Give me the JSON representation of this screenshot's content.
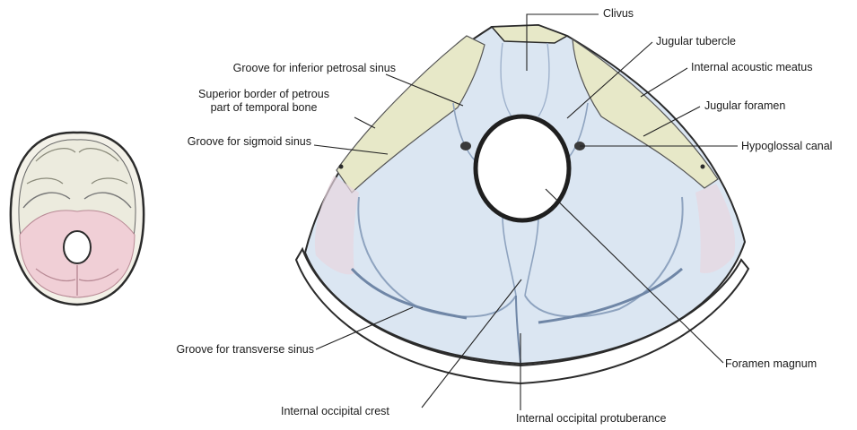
{
  "labels": {
    "clivus": "Clivus",
    "jugular_tubercle": "Jugular tubercle",
    "internal_acoustic_meatus": "Internal acoustic meatus",
    "jugular_foramen": "Jugular foramen",
    "hypoglossal_canal": "Hypoglossal canal",
    "groove_inferior_petrosal": "Groove for inferior petrosal sinus",
    "superior_border_line1": "Superior border of petrous",
    "superior_border_line2": "part of temporal bone",
    "groove_sigmoid": "Groove for sigmoid sinus",
    "groove_transverse": "Groove for transverse sinus",
    "foramen_magnum": "Foramen magnum",
    "internal_occipital_crest": "Internal occipital crest",
    "internal_occipital_protuberance": "Internal occipital protuberance"
  },
  "colors": {
    "bone_blue": "#dbe6f2",
    "bone_blue_shade": "#b9cadf",
    "petrous_yellow": "#e7e8c8",
    "posterior_fossa_pink": "#f0cfd6",
    "skull_outline": "#2b2b2b",
    "leader_line": "#222222"
  }
}
